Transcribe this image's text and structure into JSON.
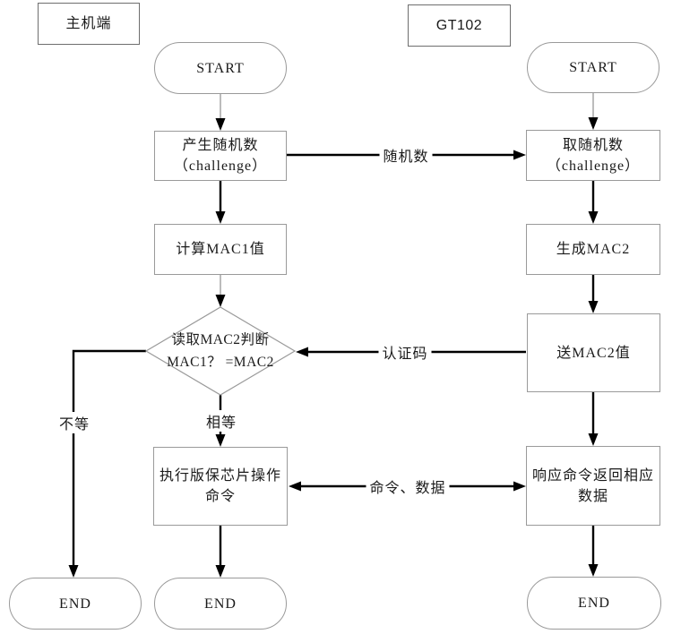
{
  "diagram": {
    "lane_host": {
      "label": "主机端"
    },
    "lane_device": {
      "label": "GT102"
    },
    "host": {
      "start": "START",
      "gen_random": {
        "line1": "产生随机数",
        "line2": "（challenge）"
      },
      "calc_mac1": "计算MAC1值",
      "decision": {
        "line1": "读取MAC2判断",
        "line2": "MAC1？ =MAC2"
      },
      "exec_cmd": {
        "line1": "执行版保芯片操作",
        "line2": "命令"
      },
      "end_not_equal": "END",
      "end": "END"
    },
    "device": {
      "start": "START",
      "get_random": {
        "line1": "取随机数",
        "line2": "（challenge）"
      },
      "gen_mac2": "生成MAC2",
      "send_mac2": "送MAC2值",
      "respond": {
        "line1": "响应命令返回相应",
        "line2": "数据"
      },
      "end": "END"
    },
    "edges": {
      "random_number": "随机数",
      "auth_code": "认证码",
      "command_data": "命令、数据",
      "equal": "相等",
      "not_equal": "不等"
    },
    "colors": {
      "shape_border": "#9a9a9a",
      "lane_border": "#6e6e6e",
      "arrow": "#000000",
      "text": "#1a1a1a",
      "background": "#ffffff"
    }
  }
}
